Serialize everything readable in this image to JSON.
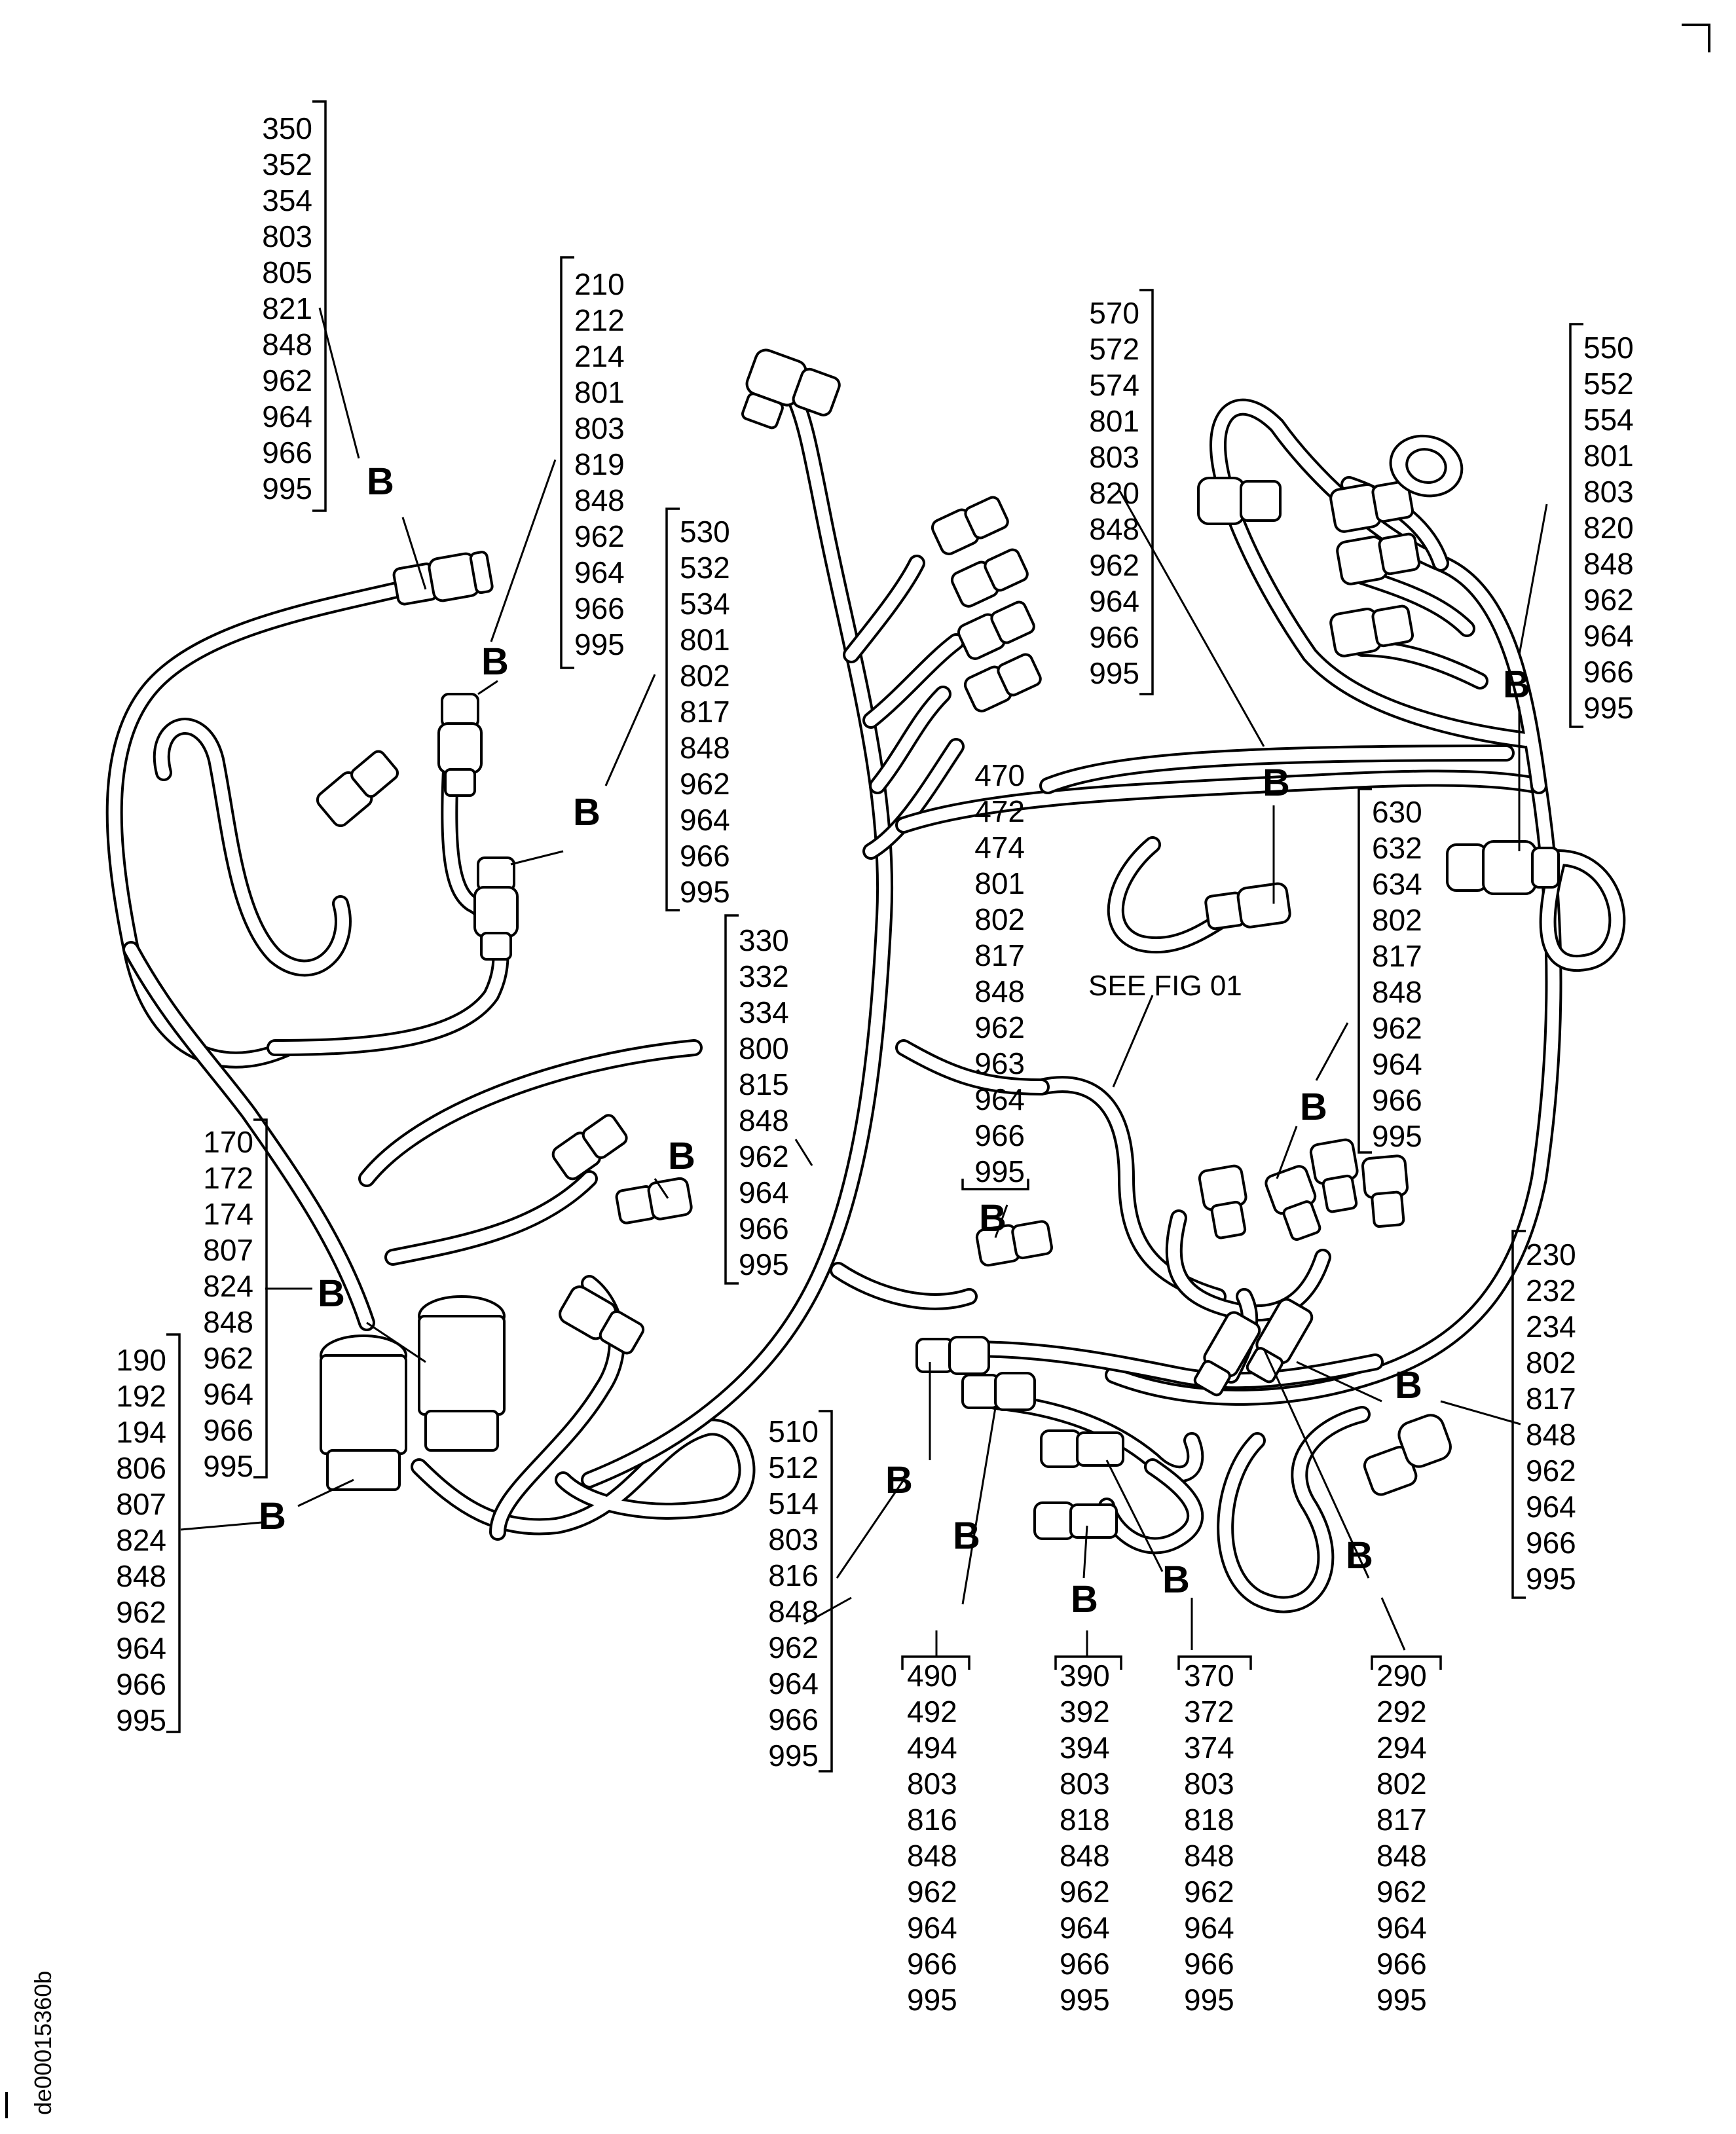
{
  "figure_id": "de00015360b",
  "see_fig_note": "SEE FIG 01",
  "callout_letter": "B",
  "groups": [
    {
      "id": "g350",
      "items": [
        "350",
        "352",
        "354",
        "803",
        "805",
        "821",
        "848",
        "962",
        "964",
        "966",
        "995"
      ]
    },
    {
      "id": "g210",
      "items": [
        "210",
        "212",
        "214",
        "801",
        "803",
        "819",
        "848",
        "962",
        "964",
        "966",
        "995"
      ]
    },
    {
      "id": "g530",
      "items": [
        "530",
        "532",
        "534",
        "801",
        "802",
        "817",
        "848",
        "962",
        "964",
        "966",
        "995"
      ]
    },
    {
      "id": "g570",
      "items": [
        "570",
        "572",
        "574",
        "801",
        "803",
        "820",
        "848",
        "962",
        "964",
        "966",
        "995"
      ]
    },
    {
      "id": "g550",
      "items": [
        "550",
        "552",
        "554",
        "801",
        "803",
        "820",
        "848",
        "962",
        "964",
        "966",
        "995"
      ]
    },
    {
      "id": "g470",
      "items": [
        "470",
        "472",
        "474",
        "801",
        "802",
        "817",
        "848",
        "962",
        "963",
        "964",
        "966",
        "995"
      ]
    },
    {
      "id": "g630",
      "items": [
        "630",
        "632",
        "634",
        "802",
        "817",
        "848",
        "962",
        "964",
        "966",
        "995"
      ]
    },
    {
      "id": "g330",
      "items": [
        "330",
        "332",
        "334",
        "800",
        "815",
        "848",
        "962",
        "964",
        "966",
        "995"
      ]
    },
    {
      "id": "g170",
      "items": [
        "170",
        "172",
        "174",
        "807",
        "824",
        "848",
        "962",
        "964",
        "966",
        "995"
      ]
    },
    {
      "id": "g190",
      "items": [
        "190",
        "192",
        "194",
        "806",
        "807",
        "824",
        "848",
        "962",
        "964",
        "966",
        "995"
      ]
    },
    {
      "id": "g230",
      "items": [
        "230",
        "232",
        "234",
        "802",
        "817",
        "848",
        "962",
        "964",
        "966",
        "995"
      ]
    },
    {
      "id": "g510",
      "items": [
        "510",
        "512",
        "514",
        "803",
        "816",
        "848",
        "962",
        "964",
        "966",
        "995"
      ]
    },
    {
      "id": "g490",
      "items": [
        "490",
        "492",
        "494",
        "803",
        "816",
        "848",
        "962",
        "964",
        "966",
        "995"
      ]
    },
    {
      "id": "g390",
      "items": [
        "390",
        "392",
        "394",
        "803",
        "818",
        "848",
        "962",
        "964",
        "966",
        "995"
      ]
    },
    {
      "id": "g370",
      "items": [
        "370",
        "372",
        "374",
        "803",
        "818",
        "848",
        "962",
        "964",
        "966",
        "995"
      ]
    },
    {
      "id": "g290",
      "items": [
        "290",
        "292",
        "294",
        "802",
        "817",
        "848",
        "962",
        "964",
        "966",
        "995"
      ]
    }
  ]
}
